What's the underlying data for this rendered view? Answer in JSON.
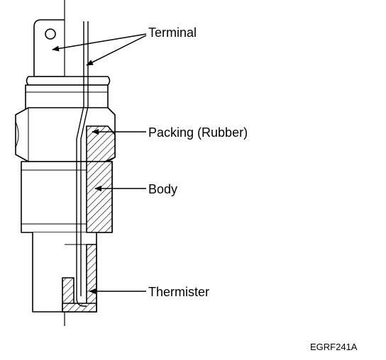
{
  "labels": {
    "terminal": "Terminal",
    "packing": "Packing (Rubber)",
    "body": "Body",
    "thermister": "Thermister"
  },
  "figure_code": "EGRF241A",
  "colors": {
    "ink": "#000000",
    "paper": "#ffffff"
  }
}
